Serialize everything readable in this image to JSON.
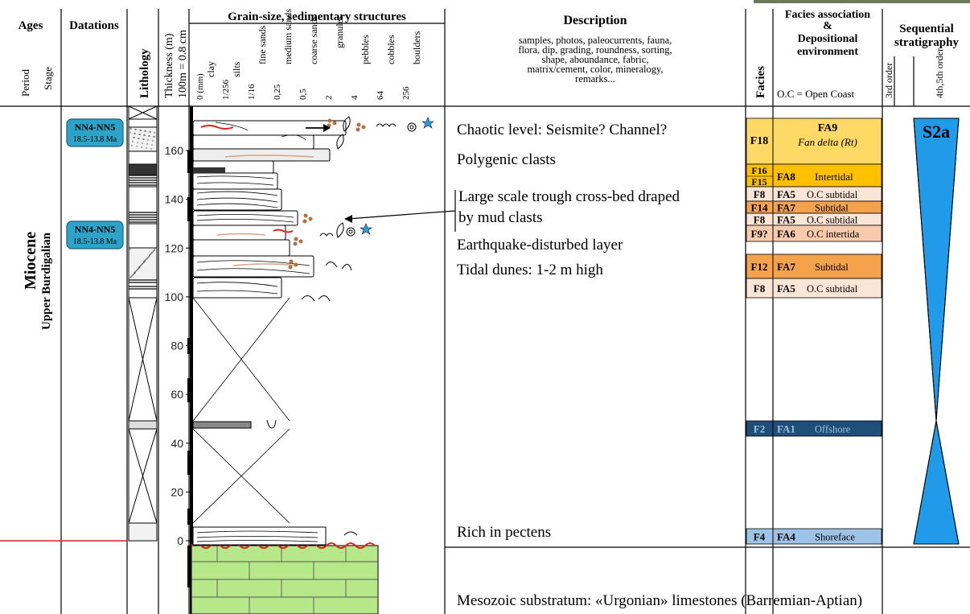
{
  "header": {
    "ages": "Ages",
    "period": "Period",
    "stage": "Stage",
    "datations": "Datations",
    "lithology": "Lithology",
    "thickness": "Thickness (m)",
    "thickness_scale": "100m = 0.8 cm",
    "grain_size": "Grain-size, sedimentary structures",
    "description": "Description",
    "description_sub": [
      "samples, photos, paleocurrents, fauna,",
      "flora, dip, grading, roundness, sorting,",
      "shape, aboundance, fabric,",
      "matrix/cement, color, mineralogy,",
      "remarks..."
    ],
    "facies": "Facies",
    "facies_assoc": [
      "Facies association",
      "&",
      "Depositional",
      "environment"
    ],
    "open_coast": "O.C = Open Coast",
    "sequential": [
      "Sequential",
      "stratigraphy"
    ],
    "order3": "3rd order",
    "order45": "4th,5th order"
  },
  "grain_columns": [
    {
      "size": "0 (mm)",
      "name": "clay"
    },
    {
      "size": "1/256",
      "name": "silts"
    },
    {
      "size": "1/16",
      "name": "fine sands"
    },
    {
      "size": "0,25",
      "name": "medium sands"
    },
    {
      "size": "0,5",
      "name": "coarse sands"
    },
    {
      "size": "2",
      "name": "granules"
    },
    {
      "size": "4",
      "name": "pebbles"
    },
    {
      "size": "64",
      "name": "cobbles"
    },
    {
      "size": "256",
      "name": "boulders"
    }
  ],
  "ages": {
    "period": "Miocene",
    "stage": "Upper Burdigalian"
  },
  "datations": [
    {
      "label": "NN4-NN5",
      "age": "18.5-13.8 Ma"
    },
    {
      "label": "NN4-NN5",
      "age": "18.5-13.8 Ma"
    }
  ],
  "thickness_ticks": [
    "0",
    "20",
    "40",
    "60",
    "80",
    "100",
    "120",
    "140",
    "160"
  ],
  "descriptions": [
    "Chaotic level: Seismite? Channel?",
    "Polygenic clasts",
    "Large scale trough cross-bed draped",
    "by mud clasts",
    "Earthquake-disturbed layer",
    "Tidal dunes: 1-2 m high",
    "Rich in pectens",
    "Mesozoic substratum: «Urgonian» limestones (Barremian-Aptian)"
  ],
  "facies_rows": [
    {
      "facies": "F18",
      "assoc": "FA9",
      "env": "Fan delta (Rt)",
      "color": "#ffd966"
    },
    {
      "facies": "F16",
      "facies2": "F15",
      "assoc": "FA8",
      "env": "Intertidal",
      "color": "#ffc000"
    },
    {
      "facies": "F8",
      "assoc": "FA5",
      "env": "O.C subtidal",
      "color": "#fbe5d6"
    },
    {
      "facies": "F14",
      "assoc": "FA7",
      "env": "Subtidal",
      "color": "#f4a24b"
    },
    {
      "facies": "F8",
      "assoc": "FA5",
      "env": "O.C subtidal",
      "color": "#fbe5d6"
    },
    {
      "facies": "F9?",
      "assoc": "FA6",
      "env": "O.C intertida",
      "color": "#f8cbad"
    },
    {
      "facies": "F12",
      "assoc": "FA7",
      "env": "Subtidal",
      "color": "#f4a24b"
    },
    {
      "facies": "F8",
      "assoc": "FA5",
      "env": "O.C subtidal",
      "color": "#fbe5d6"
    },
    {
      "facies": "F2",
      "assoc": "FA1",
      "env": "Offshore",
      "color": "#1f4e79"
    },
    {
      "facies": "F4",
      "assoc": "FA4",
      "env": "Shoreface",
      "color": "#9dc3e6"
    }
  ],
  "sequence_label": "S2a",
  "colors": {
    "datation": "#2ea3c8",
    "limestone": "#b6e88a",
    "boundary": "#e02020",
    "sequence": "#1f9bea"
  }
}
